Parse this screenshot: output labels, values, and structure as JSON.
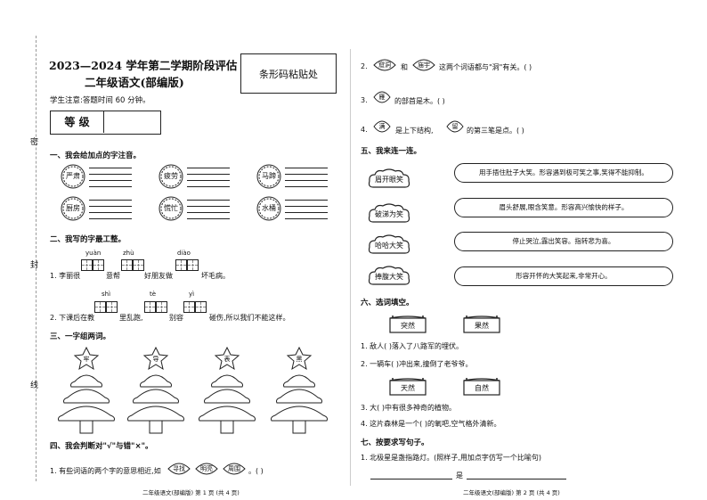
{
  "header": {
    "title": "2023—2024 学年第二学期阶段评估",
    "subtitle": "二年级语文(部编版)",
    "barcode_box": "条形码粘贴处",
    "notice": "学生注意:答题时间 60 分钟。",
    "grade_label": "等 级"
  },
  "binding_margin": [
    "密",
    "封",
    "线"
  ],
  "section1": {
    "heading": "一、我会给加点的字注音。",
    "words": [
      "严肃",
      "疲劳",
      "马蹄",
      "厨房",
      "慌忙",
      "水桶"
    ]
  },
  "section2": {
    "heading": "二、我写的字最工整。",
    "pinyin_row1": [
      "yuàn",
      "zhù",
      "diào"
    ],
    "pinyin_row2": [
      "shì",
      "tè",
      "yì"
    ],
    "q1_parts": [
      "1. 李丽很",
      "意帮",
      "好朋友做",
      "坏毛病。"
    ],
    "q2_parts": [
      "2. 下课后在教",
      "里乱跑,",
      "别容",
      "碰伤,所以我们不能这样。"
    ]
  },
  "section3": {
    "heading": "三、一字组两词。",
    "trees": [
      "牢",
      "导",
      "表",
      "黑"
    ]
  },
  "section4": {
    "heading": "四、我会判断对\"√\"与错\"×\"。",
    "q1": "1. 有些词语的两个字的意思相近,如",
    "words": [
      "寻找",
      "明亮",
      "周围"
    ],
    "q1_end": "。(        )",
    "q2_words": [
      "窟洞",
      "庙宇"
    ],
    "q2_and": "和",
    "q2_text": "这两个词语都与\"洞\"有关。(        )",
    "q3_word": "雁",
    "q3_text": "的部首是木。(        )",
    "q4_word1": "满",
    "q4_mid": "是上下结构,",
    "q4_word2": "留",
    "q4_text": "的第三笔是点。(        )"
  },
  "section5": {
    "heading": "五、我来连一连。",
    "left": [
      "眉开眼笑",
      "破涕为笑",
      "哈哈大笑",
      "捧腹大笑"
    ],
    "right": [
      "用手捂住肚子大笑。形容遇到极可笑之事,笑得不能抑制。",
      "眉头舒展,眼含笑意。形容高兴愉快的样子。",
      "停止哭泣,露出笑容。指转悲为喜。",
      "形容开怀的大笑起来,非常开心。"
    ]
  },
  "section6": {
    "heading": "六、选词填空。",
    "choices1": [
      "突然",
      "果然"
    ],
    "q1": "1. 敌人(           )落入了八路军的埋伏。",
    "q2": "2. 一辆车(          )冲出来,撞倒了老爷爷。",
    "choices2": [
      "天然",
      "自然"
    ],
    "q3": "3. 大(          )中有很多神奇的植物。",
    "q4": "4. 这片森林是一个(           )的氧吧,空气格外清新。"
  },
  "section7": {
    "heading": "七、按要求写句子。",
    "q1": "1. 北极星是盏指路灯。(照样子,用加点字仿写一个比喻句)",
    "blank_mid": "是"
  },
  "footers": [
    "二年级语文(部编版)  第 1 页  (共 4 页)",
    "二年级语文(部编版)  第 2 页  (共 4 页)"
  ]
}
